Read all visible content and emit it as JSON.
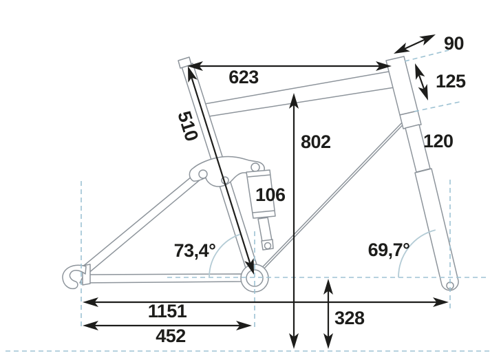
{
  "page": {
    "type": "full-suspension bicycle frame geometry diagram",
    "background": "#ffffff"
  },
  "colors": {
    "frame_outline": "#8d949b",
    "dimension_ink": "#1d1d1b",
    "guide_dashed": "#9dc2d3",
    "angle_arc": "#b3cbd5"
  },
  "labels": {
    "top_tube_length": "623",
    "seat_tube_length": "510",
    "standover_height": "802",
    "shock_length": "106",
    "stem_length": "90",
    "head_tube_length": "125",
    "fork_length": "120",
    "seat_tube_angle": "73,4°",
    "head_tube_angle": "69,7°",
    "wheelbase": "1151",
    "chainstay_length": "452",
    "bb_height": "328"
  }
}
